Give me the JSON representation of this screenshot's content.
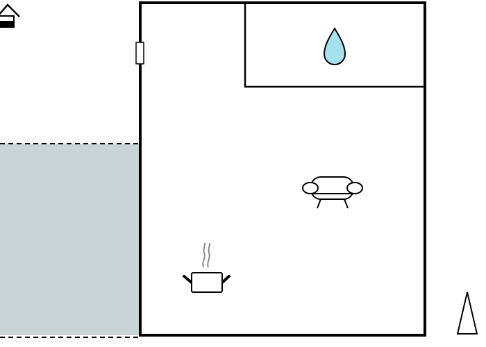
{
  "floor_plan": {
    "rooms": [
      {
        "id": "main-room",
        "type": "living-area"
      },
      {
        "id": "bathroom",
        "type": "bathroom"
      }
    ],
    "outdoor_area": {
      "type": "terrace",
      "fill_color": "#c9d4d6",
      "border": "dashed"
    },
    "entrance": {
      "icon": "entrance-house-icon"
    },
    "door": {
      "icon": "door-icon"
    },
    "fixtures": [
      {
        "name": "bathroom",
        "icon": "water-drop-icon",
        "color": "#a6e1ee"
      },
      {
        "name": "living-room",
        "icon": "sofa-icon"
      },
      {
        "name": "kitchen",
        "icon": "cooking-pot-icon"
      }
    ],
    "compass": {
      "icon": "north-arrow-icon"
    },
    "wall_color": "#000000"
  }
}
